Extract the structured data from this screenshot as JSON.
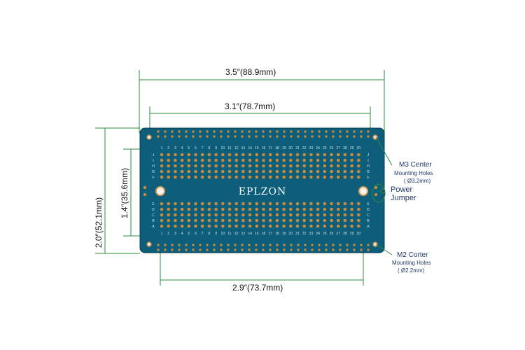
{
  "dimensions": {
    "top_width": "3.5″(88.9mm)",
    "inner_width": "3.1″(78.7mm)",
    "bottom_width": "2.9″(73.7mm)",
    "outer_height": "2.0″(52.1mm)",
    "inner_height": "1.4″(35.6mm)"
  },
  "board": {
    "brand": "EPLZON",
    "color": "#0d5e7a",
    "pad_color": "#c98a3e",
    "column_numbers": [
      "1",
      "2",
      "3",
      "4",
      "5",
      "6",
      "7",
      "8",
      "9",
      "10",
      "11",
      "12",
      "13",
      "14",
      "15",
      "16",
      "17",
      "18",
      "19",
      "20",
      "21",
      "22",
      "23",
      "24",
      "25",
      "26",
      "27",
      "28",
      "29",
      "30"
    ],
    "top_row_letters": [
      "F",
      "G",
      "H",
      "I",
      "J"
    ],
    "bottom_row_letters": [
      "A",
      "B",
      "C",
      "D",
      "E"
    ]
  },
  "callouts": {
    "m3_title": "M3 Center",
    "m3_sub": "Mounting Holes",
    "m3_size": "( Ø3.2mm)",
    "power_line1": "Power",
    "power_line2": "Jumper",
    "m2_title": "M2 Corter",
    "m2_sub": "Mounting Holes",
    "m2_size": "( Ø2.2mm)"
  },
  "colors": {
    "dimension_line": "#2e8b3e"
  }
}
